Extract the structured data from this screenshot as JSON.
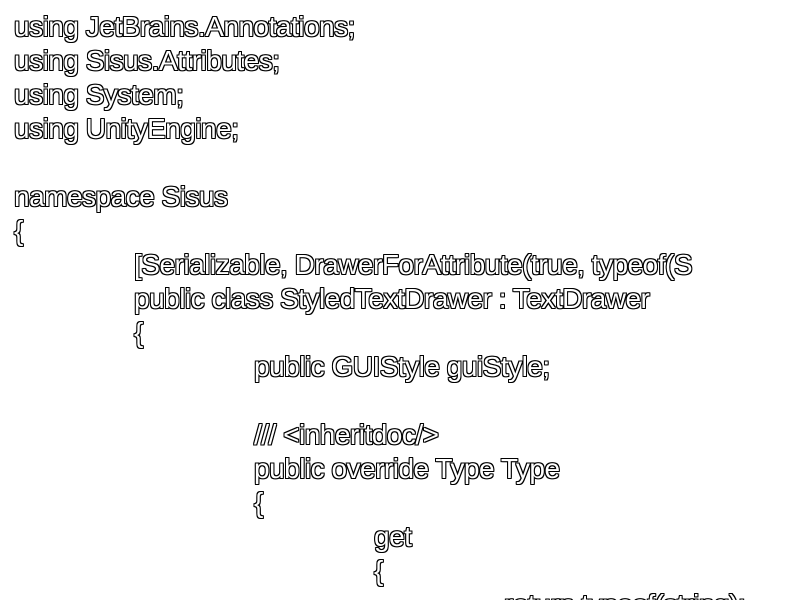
{
  "code": {
    "lines": [
      "using JetBrains.Annotations;",
      "using Sisus.Attributes;",
      "using System;",
      "using UnityEngine;",
      "",
      "namespace Sisus",
      "{",
      "[Serializable, DrawerForAttribute(true, typeof(S",
      "public class StyledTextDrawer : TextDrawer",
      "{",
      "public GUIStyle guiStyle;",
      "",
      "/// <inheritdoc/>",
      "public override Type Type",
      "{",
      "get",
      "{",
      "return typeof(string);"
    ]
  }
}
